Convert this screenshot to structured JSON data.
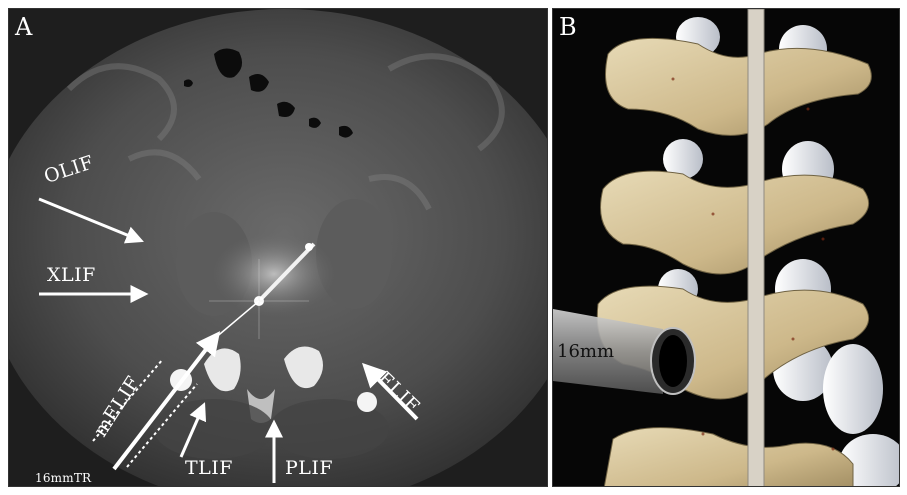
{
  "panel_a": {
    "letter": "A",
    "labels": {
      "olif": "OLIF",
      "xlif": "XLIF",
      "melif": "mELIF",
      "elif": "ELIF",
      "tlif": "TLIF",
      "plif": "PLIF",
      "tube_size": "16mmTR"
    }
  },
  "panel_b": {
    "letter": "B",
    "tube_label": "16mm"
  },
  "colors": {
    "arrow": "#ffffff",
    "ct_background": "#1e1e1e",
    "bone": "#d9c89f",
    "disc": "#e6e8ee"
  }
}
